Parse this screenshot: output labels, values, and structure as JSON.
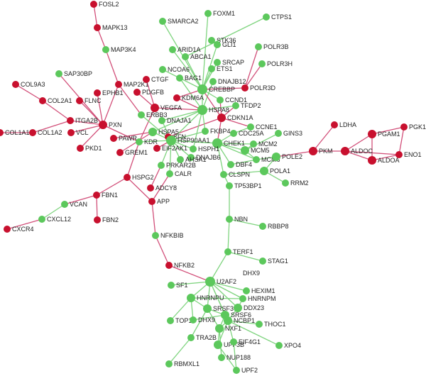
{
  "colors": {
    "green": "#5cc85c",
    "red": "#c8102e",
    "green_edge": "#7fd47f",
    "red_edge": "#d2507a"
  },
  "nodes": [
    {
      "id": "FOSL2",
      "color": "red",
      "label": "FOSL2"
    },
    {
      "id": "MAPK13",
      "color": "red",
      "label": "MAPK13"
    },
    {
      "id": "MAP3K4",
      "color": "green",
      "label": "MAP3K4"
    },
    {
      "id": "SAP30BP",
      "color": "green",
      "label": "SAP30BP"
    },
    {
      "id": "COL9A3",
      "color": "red",
      "label": "COL9A3"
    },
    {
      "id": "COL2A1",
      "color": "red",
      "label": "COL2A1"
    },
    {
      "id": "FLNC",
      "color": "red",
      "label": "FLNC"
    },
    {
      "id": "EPHB1",
      "color": "red",
      "label": "EPHB1"
    },
    {
      "id": "MAP2K1",
      "color": "red",
      "label": "MAP2K1"
    },
    {
      "id": "ITGA2B",
      "color": "red",
      "label": "ITGA2B"
    },
    {
      "id": "PXN",
      "color": "red",
      "label": "PXN"
    },
    {
      "id": "VCL",
      "color": "red",
      "label": "VCL"
    },
    {
      "id": "PKD1",
      "color": "red",
      "label": "PKD1"
    },
    {
      "id": "COL1A1",
      "color": "red",
      "label": "COL1A1"
    },
    {
      "id": "COL1A2",
      "color": "red",
      "label": "COL1A2"
    },
    {
      "id": "SMARCA2",
      "color": "green",
      "label": "SMARCA2"
    },
    {
      "id": "FOXM1",
      "color": "green",
      "label": "FOXM1"
    },
    {
      "id": "CTPS1",
      "color": "green",
      "label": "CTPS1"
    },
    {
      "id": "STK36",
      "color": "green",
      "label": "STK36"
    },
    {
      "id": "ARID1A",
      "color": "green",
      "label": "ARID1A"
    },
    {
      "id": "GLI1",
      "color": "green",
      "label": "GLI1"
    },
    {
      "id": "ABCA1",
      "color": "green",
      "label": "ABCA1"
    },
    {
      "id": "POLR3B",
      "color": "green",
      "label": "POLR3B"
    },
    {
      "id": "SRCAP",
      "color": "green",
      "label": "SRCAP"
    },
    {
      "id": "POLR3H",
      "color": "green",
      "label": "POLR3H"
    },
    {
      "id": "NCOA6",
      "color": "green",
      "label": "NCOA6"
    },
    {
      "id": "ETS1",
      "color": "green",
      "label": "ETS1"
    },
    {
      "id": "BAG1",
      "color": "green",
      "label": "BAG1"
    },
    {
      "id": "CTGF",
      "color": "red",
      "label": "CTGF"
    },
    {
      "id": "DNAJB12",
      "color": "green",
      "label": "DNAJB12"
    },
    {
      "id": "PDGFB",
      "color": "red",
      "label": "PDGFB"
    },
    {
      "id": "POLR3D",
      "color": "red",
      "label": "POLR3D"
    },
    {
      "id": "CREBBP",
      "color": "green",
      "label": "CREBBP"
    },
    {
      "id": "KDM6A",
      "color": "red",
      "label": "KDM6A"
    },
    {
      "id": "VEGFA",
      "color": "red",
      "label": "VEGFA"
    },
    {
      "id": "CCND1",
      "color": "green",
      "label": "CCND1"
    },
    {
      "id": "HSPA8",
      "color": "green",
      "label": "HSPA8"
    },
    {
      "id": "TFDP2",
      "color": "green",
      "label": "TFDP2"
    },
    {
      "id": "ERBB3",
      "color": "green",
      "label": "ERBB3"
    },
    {
      "id": "CDKN1A",
      "color": "red",
      "label": "CDKN1A"
    },
    {
      "id": "DNAJA1",
      "color": "green",
      "label": "DNAJA1"
    },
    {
      "id": "CCNE1",
      "color": "green",
      "label": "CCNE1"
    },
    {
      "id": "FKBP4",
      "color": "green",
      "label": "FKBP4"
    },
    {
      "id": "CDC25A",
      "color": "green",
      "label": "CDC25A"
    },
    {
      "id": "GINS3",
      "color": "green",
      "label": "GINS3"
    },
    {
      "id": "LDHA",
      "color": "red",
      "label": "LDHA"
    },
    {
      "id": "PGK1",
      "color": "red",
      "label": "PGK1"
    },
    {
      "id": "PGAM1",
      "color": "red",
      "label": "PGAM1"
    },
    {
      "id": "HSPA5",
      "color": "green",
      "label": "HSPA5"
    },
    {
      "id": "PAWR",
      "color": "red",
      "label": "PAWR"
    },
    {
      "id": "SFN",
      "color": "red",
      "label": "SFN"
    },
    {
      "id": "KDR",
      "color": "green",
      "label": "KDR"
    },
    {
      "id": "HSP90AA1",
      "color": "green",
      "label": "HSP90AA1"
    },
    {
      "id": "CHEK1",
      "color": "green",
      "label": "CHEK1"
    },
    {
      "id": "MCM2",
      "color": "green",
      "label": "MCM2"
    },
    {
      "id": "MCM5",
      "color": "green",
      "label": "MCM5"
    },
    {
      "id": "EIF2AK1",
      "color": "red",
      "label": "EIF2AK1"
    },
    {
      "id": "HSPH1",
      "color": "green",
      "label": "HSPH1"
    },
    {
      "id": "MCM6",
      "color": "green",
      "label": "MCM6"
    },
    {
      "id": "POLE2",
      "color": "green",
      "label": "POLE2"
    },
    {
      "id": "PKM",
      "color": "red",
      "label": "PKM"
    },
    {
      "id": "ALDOC",
      "color": "red",
      "label": "ALDOC"
    },
    {
      "id": "ENO1",
      "color": "red",
      "label": "ENO1"
    },
    {
      "id": "ALDOA",
      "color": "red",
      "label": "ALDOA"
    },
    {
      "id": "GREM1",
      "color": "red",
      "label": "GREM1"
    },
    {
      "id": "DNAJB6",
      "color": "green",
      "label": "DNAJB6"
    },
    {
      "id": "AHSA1",
      "color": "green",
      "label": "AHSA1"
    },
    {
      "id": "DBF4",
      "color": "green",
      "label": "DBF4"
    },
    {
      "id": "PRKAR2B",
      "color": "green",
      "label": "PRKAR2B"
    },
    {
      "id": "POLA1",
      "color": "green",
      "label": "POLA1"
    },
    {
      "id": "CALR",
      "color": "green",
      "label": "CALR"
    },
    {
      "id": "CLSPN",
      "color": "green",
      "label": "CLSPN"
    },
    {
      "id": "HSPG2",
      "color": "red",
      "label": "HSPG2"
    },
    {
      "id": "ADCY8",
      "color": "red",
      "label": "ADCY8"
    },
    {
      "id": "TP53BP1",
      "color": "green",
      "label": "TP53BP1"
    },
    {
      "id": "RRM2",
      "color": "green",
      "label": "RRM2"
    },
    {
      "id": "FBN1",
      "color": "red",
      "label": "FBN1"
    },
    {
      "id": "VCAN",
      "color": "green",
      "label": "VCAN"
    },
    {
      "id": "APP",
      "color": "red",
      "label": "APP"
    },
    {
      "id": "CXCL12",
      "color": "green",
      "label": "CXCL12"
    },
    {
      "id": "FBN2",
      "color": "red",
      "label": "FBN2"
    },
    {
      "id": "CXCR4",
      "color": "red",
      "label": "CXCR4"
    },
    {
      "id": "NBN",
      "color": "green",
      "label": "NBN"
    },
    {
      "id": "RBBP8",
      "color": "green",
      "label": "RBBP8"
    },
    {
      "id": "NFKBIB",
      "color": "green",
      "label": "NFKBIB"
    },
    {
      "id": "TERF1",
      "color": "green",
      "label": "TERF1"
    },
    {
      "id": "NFKB2",
      "color": "red",
      "label": "NFKB2"
    },
    {
      "id": "STAG1",
      "color": "green",
      "label": "STAG1"
    },
    {
      "id": "DHX9a",
      "color": "none",
      "label": "DHX9"
    },
    {
      "id": "U2AF2",
      "color": "green",
      "label": "U2AF2"
    },
    {
      "id": "SF1",
      "color": "green",
      "label": "SF1"
    },
    {
      "id": "HEXIM1",
      "color": "green",
      "label": "HEXIM1"
    },
    {
      "id": "HNRNPU",
      "color": "green",
      "label": "HNRNPU"
    },
    {
      "id": "HNRNPM",
      "color": "green",
      "label": "HNRNPM"
    },
    {
      "id": "SRSF3",
      "color": "green",
      "label": "SRSF3"
    },
    {
      "id": "DDX23",
      "color": "green",
      "label": "DDX23"
    },
    {
      "id": "SRSF6",
      "color": "green",
      "label": "SRSF6"
    },
    {
      "id": "TOP1",
      "color": "green",
      "label": "TOP1"
    },
    {
      "id": "DHX9b",
      "color": "green",
      "label": "DHX9"
    },
    {
      "id": "NCBP1",
      "color": "green",
      "label": "NCBP1"
    },
    {
      "id": "THOC1",
      "color": "green",
      "label": "THOC1"
    },
    {
      "id": "NXF1",
      "color": "green",
      "label": "NXF1"
    },
    {
      "id": "UPF3B",
      "color": "green",
      "label": "UPF3B"
    },
    {
      "id": "TRA2B",
      "color": "green",
      "label": "TRA2B"
    },
    {
      "id": "EIF4G1",
      "color": "green",
      "label": "EIF4G1"
    },
    {
      "id": "XPO4",
      "color": "green",
      "label": "XPO4"
    },
    {
      "id": "RBMXL1",
      "color": "green",
      "label": "RBMXL1"
    },
    {
      "id": "NUP188",
      "color": "green",
      "label": "NUP188"
    },
    {
      "id": "UPF2",
      "color": "green",
      "label": "UPF2"
    }
  ],
  "edges": [
    [
      "FOSL2",
      "MAPK13"
    ],
    [
      "MAPK13",
      "MAP3K4"
    ],
    [
      "MAP3K4",
      "MAP2K1"
    ],
    [
      "SAP30BP",
      "PXN"
    ],
    [
      "COL9A3",
      "COL2A1"
    ],
    [
      "COL2A1",
      "ITGA2B"
    ],
    [
      "FLNC",
      "PXN"
    ],
    [
      "EPHB1",
      "PXN"
    ],
    [
      "MAP2K1",
      "PXN"
    ],
    [
      "ITGA2B",
      "PXN"
    ],
    [
      "COL1A1",
      "COL1A2"
    ],
    [
      "COL1A2",
      "ITGA2B"
    ],
    [
      "VCL",
      "PXN"
    ],
    [
      "PKD1",
      "PXN"
    ],
    [
      "PXN",
      "KDR"
    ],
    [
      "MAP2K1",
      "ERBB3"
    ],
    [
      "PDGFB",
      "VEGFA"
    ],
    [
      "CTGF",
      "VEGFA"
    ],
    [
      "VEGFA",
      "KDR"
    ],
    [
      "VEGFA",
      "HSPA8"
    ],
    [
      "KDR",
      "HSP90AA1"
    ],
    [
      "PAWR",
      "HSPA5"
    ],
    [
      "GREM1",
      "HSPA5"
    ],
    [
      "SFN",
      "CDKN1A"
    ],
    [
      "EIF2AK1",
      "HSP90AA1"
    ],
    [
      "ERBB3",
      "HSP90AA1"
    ],
    [
      "HSPG2",
      "KDR"
    ],
    [
      "HSPG2",
      "FBN1"
    ],
    [
      "HSPG2",
      "APP"
    ],
    [
      "ADCY8",
      "PRKAR2B"
    ],
    [
      "FBN1",
      "VCAN"
    ],
    [
      "FBN1",
      "FBN2"
    ],
    [
      "VCAN",
      "CXCL12"
    ],
    [
      "CXCL12",
      "CXCR4"
    ],
    [
      "APP",
      "CALR"
    ],
    [
      "APP",
      "NFKBIB"
    ],
    [
      "NFKBIB",
      "NFKB2"
    ],
    [
      "NFKB2",
      "U2AF2"
    ],
    [
      "SMARCA2",
      "CREBBP"
    ],
    [
      "FOXM1",
      "CREBBP"
    ],
    [
      "CTPS1",
      "ABCA1"
    ],
    [
      "STK36",
      "GLI1"
    ],
    [
      "ARID1A",
      "CREBBP"
    ],
    [
      "GLI1",
      "CREBBP"
    ],
    [
      "ABCA1",
      "CREBBP"
    ],
    [
      "POLR3B",
      "POLR3D"
    ],
    [
      "POLR3H",
      "POLR3D"
    ],
    [
      "SRCAP",
      "CREBBP"
    ],
    [
      "NCOA6",
      "CREBBP"
    ],
    [
      "ETS1",
      "CREBBP"
    ],
    [
      "BAG1",
      "HSPA8"
    ],
    [
      "DNAJB12",
      "HSPA8"
    ],
    [
      "POLR3D",
      "CREBBP"
    ],
    [
      "CREBBP",
      "HSPA8"
    ],
    [
      "CREBBP",
      "KDM6A"
    ],
    [
      "CREBBP",
      "CCND1"
    ],
    [
      "CREBBP",
      "CDKN1A"
    ],
    [
      "KDM6A",
      "HSPA8"
    ],
    [
      "CCND1",
      "CDKN1A"
    ],
    [
      "HSPA8",
      "HSP90AA1"
    ],
    [
      "HSPA8",
      "DNAJA1"
    ],
    [
      "HSPA8",
      "HSPH1"
    ],
    [
      "HSPA8",
      "FKBP4"
    ],
    [
      "HSPA8",
      "HSPA5"
    ],
    [
      "HSPA8",
      "TFDP2"
    ],
    [
      "TFDP2",
      "CDKN1A"
    ],
    [
      "CDKN1A",
      "CCNE1"
    ],
    [
      "CDKN1A",
      "CHEK1"
    ],
    [
      "CCNE1",
      "CDC25A"
    ],
    [
      "CDC25A",
      "CHEK1"
    ],
    [
      "GINS3",
      "MCM5"
    ],
    [
      "CHEK1",
      "MCM2"
    ],
    [
      "CHEK1",
      "MCM5"
    ],
    [
      "CHEK1",
      "MCM6"
    ],
    [
      "CHEK1",
      "CLSPN"
    ],
    [
      "CHEK1",
      "DBF4"
    ],
    [
      "CHEK1",
      "HSP90AA1"
    ],
    [
      "MCM2",
      "MCM5"
    ],
    [
      "MCM5",
      "MCM6"
    ],
    [
      "MCM6",
      "POLE2"
    ],
    [
      "POLE2",
      "POLA1"
    ],
    [
      "POLE2",
      "PKM"
    ],
    [
      "POLA1",
      "RRM2"
    ],
    [
      "POLA1",
      "CLSPN"
    ],
    [
      "DBF4",
      "MCM6"
    ],
    [
      "CLSPN",
      "TP53BP1"
    ],
    [
      "TP53BP1",
      "NBN"
    ],
    [
      "NBN",
      "RBBP8"
    ],
    [
      "NBN",
      "TERF1"
    ],
    [
      "TERF1",
      "STAG1"
    ],
    [
      "TERF1",
      "U2AF2"
    ],
    [
      "HSP90AA1",
      "DNAJA1"
    ],
    [
      "HSP90AA1",
      "AHSA1"
    ],
    [
      "HSP90AA1",
      "DNAJB6"
    ],
    [
      "HSP90AA1",
      "FKBP4"
    ],
    [
      "HSP90AA1",
      "HSPH1"
    ],
    [
      "HSP90AA1",
      "CALR"
    ],
    [
      "HSP90AA1",
      "PRKAR2B"
    ],
    [
      "HSP90AA1",
      "HSPA5"
    ],
    [
      "HSP90AA1",
      "CHEK1"
    ],
    [
      "PKM",
      "LDHA"
    ],
    [
      "PKM",
      "ALDOC"
    ],
    [
      "ALDOC",
      "PGAM1"
    ],
    [
      "ALDOC",
      "ALDOA"
    ],
    [
      "ALDOC",
      "ENO1"
    ],
    [
      "PGAM1",
      "PGK1"
    ],
    [
      "PGAM1",
      "ALDOA"
    ],
    [
      "ALDOA",
      "ENO1"
    ],
    [
      "PGK1",
      "ENO1"
    ],
    [
      "U2AF2",
      "SF1"
    ],
    [
      "U2AF2",
      "HEXIM1"
    ],
    [
      "U2AF2",
      "HNRNPU"
    ],
    [
      "U2AF2",
      "HNRNPM"
    ],
    [
      "U2AF2",
      "SRSF3"
    ],
    [
      "U2AF2",
      "DDX23"
    ],
    [
      "U2AF2",
      "SRSF6"
    ],
    [
      "U2AF2",
      "NCBP1"
    ],
    [
      "HNRNPU",
      "HNRNPM"
    ],
    [
      "HNRNPU",
      "SRSF3"
    ],
    [
      "HNRNPU",
      "TOP1"
    ],
    [
      "HNRNPU",
      "DHX9b"
    ],
    [
      "SRSF3",
      "SRSF6"
    ],
    [
      "SRSF3",
      "NXF1"
    ],
    [
      "SRSF3",
      "TRA2B"
    ],
    [
      "SRSF6",
      "NCBP1"
    ],
    [
      "SRSF6",
      "NXF1"
    ],
    [
      "NCBP1",
      "THOC1"
    ],
    [
      "NCBP1",
      "NXF1"
    ],
    [
      "NCBP1",
      "UPF3B"
    ],
    [
      "NCBP1",
      "XPO4"
    ],
    [
      "NCBP1",
      "EIF4G1"
    ],
    [
      "NCBP1",
      "DDX23"
    ],
    [
      "NXF1",
      "NUP188"
    ],
    [
      "NXF1",
      "UPF3B"
    ],
    [
      "UPF3B",
      "UPF2"
    ],
    [
      "TRA2B",
      "RBMXL1"
    ],
    [
      "DHX9b",
      "SRSF6"
    ],
    [
      "EIF4G1",
      "UPF2"
    ],
    [
      "HNRNPM",
      "DDX23"
    ]
  ]
}
